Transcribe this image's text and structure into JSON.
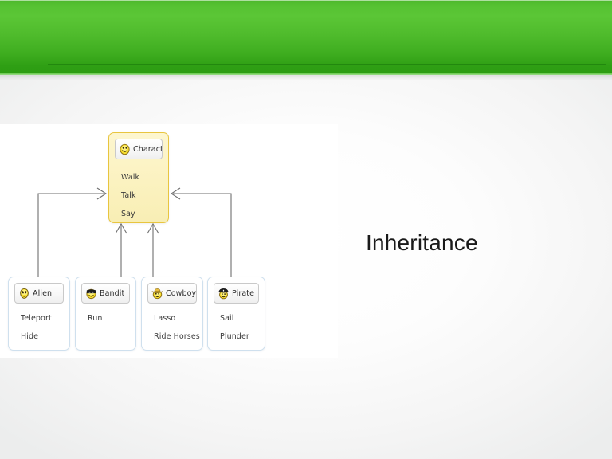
{
  "slide": {
    "title_text": "Inheritance",
    "banner_color": "#4cb72b",
    "background_color": "#f5f5f5"
  },
  "diagram": {
    "type": "uml-inheritance",
    "parent": {
      "name": "Character",
      "icon": "smiley-face-icon",
      "methods": [
        "Walk",
        "Talk",
        "Say"
      ],
      "box_fill": "#fbf2c0",
      "box_border": "#e8c53f"
    },
    "children": [
      {
        "name": "Alien",
        "icon": "smiley-alien-icon",
        "methods": [
          "Teleport",
          "Hide"
        ],
        "box_fill": "#ffffff",
        "box_border": "#cfe0ee"
      },
      {
        "name": "Bandit",
        "icon": "smiley-bandit-mask-icon",
        "methods": [
          "Run"
        ],
        "box_fill": "#ffffff",
        "box_border": "#cfe0ee"
      },
      {
        "name": "Cowboy",
        "icon": "smiley-cowboy-hat-icon",
        "methods": [
          "Lasso",
          "Ride Horses"
        ],
        "box_fill": "#ffffff",
        "box_border": "#cfe0ee"
      },
      {
        "name": "Pirate",
        "icon": "smiley-pirate-hat-icon",
        "methods": [
          "Sail",
          "Plunder"
        ],
        "box_fill": "#ffffff",
        "box_border": "#cfe0ee"
      }
    ],
    "connector_color": "#6f6f6f",
    "arrow_style": "open-v-head"
  }
}
